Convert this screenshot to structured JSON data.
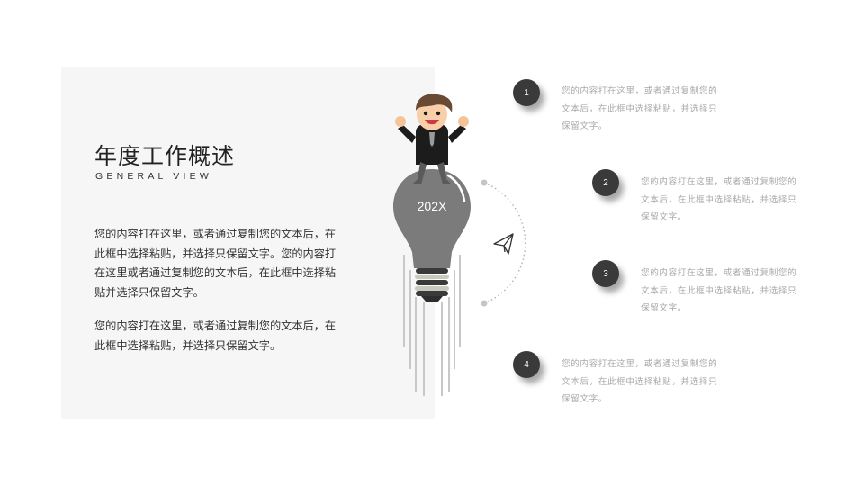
{
  "header": {
    "title": "年度工作概述",
    "subtitle": "GENERAL VIEW"
  },
  "body": {
    "paragraphs": [
      "您的内容打在这里，或者通过复制您的文本后，在此框中选择粘贴，并选择只保留文字。您的内容打在这里或者通过复制您的文本后，在此框中选择粘贴并选择只保留文字。",
      "您的内容打在这里，或者通过复制您的文本后，在此框中选择粘贴，并选择只保留文字。"
    ]
  },
  "illustration": {
    "bulb_label": "202X",
    "icons": [
      "businessman-icon",
      "lightbulb-icon",
      "paper-plane-icon"
    ]
  },
  "items": [
    {
      "number": "1",
      "text": "您的内容打在这里，或者通过复制您的文本后，在此框中选择粘贴，并选择只保留文字。"
    },
    {
      "number": "2",
      "text": "您的内容打在这里，或者通过复制您的文本后，在此框中选择粘贴，并选择只保留文字。"
    },
    {
      "number": "3",
      "text": "您的内容打在这里，或者通过复制您的文本后，在此框中选择粘贴，并选择只保留文字。"
    },
    {
      "number": "4",
      "text": "您的内容打在这里，或者通过复制您的文本后，在此框中选择粘贴，并选择只保留文字。"
    }
  ],
  "colors": {
    "card_bg": "#f6f6f6",
    "badge_bg": "#3a3a3a",
    "bulb_gray": "#7b7b7b",
    "item_text": "#a9a9a9"
  }
}
